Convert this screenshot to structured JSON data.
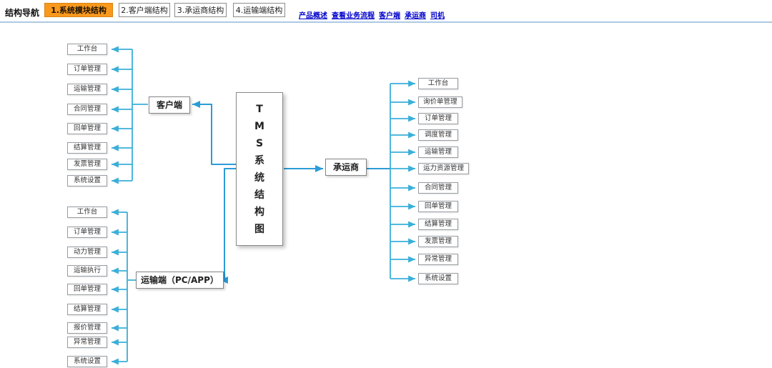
{
  "navbar": {
    "title": "结构导航",
    "tabs": [
      {
        "label": "1.系统模块结构",
        "active": true
      },
      {
        "label": "2.客户端结构",
        "active": false
      },
      {
        "label": "3.承运商结构",
        "active": false
      },
      {
        "label": "4.运输端结构",
        "active": false
      }
    ],
    "links": [
      "产品概述",
      "查看业务流程",
      "客户端",
      "承运商",
      "司机"
    ]
  },
  "diagram": {
    "center": {
      "label": "TMS系统结构图"
    },
    "branches": {
      "client": {
        "label": "客户端",
        "items": [
          "工作台",
          "订单管理",
          "运输管理",
          "合同管理",
          "回单管理",
          "结算管理",
          "发票管理",
          "系统设置"
        ]
      },
      "carrier": {
        "label": "承运商",
        "items": [
          "工作台",
          "询价单管理",
          "订单管理",
          "调度管理",
          "运输管理",
          "运力资源管理",
          "合同管理",
          "回单管理",
          "结算管理",
          "发票管理",
          "异常管理",
          "系统设置"
        ]
      },
      "transport": {
        "label": "运输端（PC/APP）",
        "items": [
          "工作台",
          "订单管理",
          "动力管理",
          "运输执行",
          "回单管理",
          "结算管理",
          "报价管理",
          "异常管理",
          "系统设置"
        ]
      }
    },
    "colors": {
      "line_main": "#2b9cd6",
      "line_branch": "#3aafd9",
      "tab_active": "#f8991d",
      "link_blue": "#0000cc",
      "nav_divider": "#adc9e3"
    }
  }
}
